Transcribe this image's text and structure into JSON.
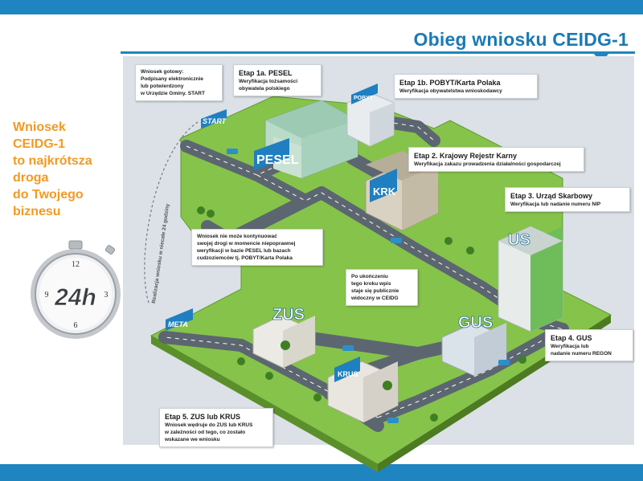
{
  "header": {
    "title": "Obieg wniosku CEIDG-1"
  },
  "tagline": {
    "lines": [
      "Wniosek",
      "CEIDG-1",
      "to najkrótsza",
      "droga",
      "do Twojego",
      "biznesu"
    ]
  },
  "clock": {
    "label": "24h",
    "numbers": [
      "12",
      "3",
      "6",
      "9"
    ],
    "side_text": "Realizacja wniosku w niecałe 24 godziny"
  },
  "signs": {
    "start": "START",
    "pesel": "PESEL",
    "pobyt": "POBYT",
    "krk": "KRK",
    "us": "US",
    "gus": "GUS",
    "zus": "ZUS",
    "krus": "KRUS",
    "meta": "META"
  },
  "callouts": {
    "start": {
      "lines": [
        "Wniosek gotowy:",
        "Podpisany elektronicznie",
        "lub potwierdzony",
        "w Urzędzie Gminy. START"
      ]
    },
    "pesel": {
      "title": "Etap 1a. PESEL",
      "lines": [
        "Weryfikacja tożsamości",
        "obywatela polskiego"
      ]
    },
    "pobyt": {
      "title": "Etap 1b. POBYT/Karta Polaka",
      "lines": [
        "Weryfikacja obywatelstwa wnioskodawcy"
      ]
    },
    "krk": {
      "title": "Etap 2. Krajowy Rejestr Karny",
      "lines": [
        "Weryfikacja zakazu prowadzenia działalności gospodarczej"
      ]
    },
    "us": {
      "title": "Etap 3. Urząd Skarbowy",
      "lines": [
        "Weryfikacja lub nadanie numeru NIP"
      ]
    },
    "error": {
      "lines": [
        "Wniosek nie może kontynuować",
        "swojej drogi w momencie niepoprawnej",
        "weryfikacji w bazie PESEL lub bazach",
        "cudzoziemców tj. POBYT/Karta Polaka"
      ]
    },
    "ceidg": {
      "lines": [
        "Po ukończeniu",
        "tego kroku wpis",
        "staje się publicznie",
        "widoczny w CEIDG"
      ]
    },
    "gus": {
      "title": "Etap 4. GUS",
      "lines": [
        "Weryfikacja lub",
        "nadanie numeru REGON"
      ]
    },
    "zus": {
      "title": "Etap 5. ZUS lub KRUS",
      "lines": [
        "Wniosek wędruje do ZUS lub KRUS",
        "w zależności od tego, co zostało",
        "wskazane we wniosku"
      ]
    }
  },
  "colors": {
    "band": "#1f85c0",
    "title": "#1a7ab5",
    "tagline": "#f39a23",
    "grass": "#7dbb3f",
    "road": "#5c6670"
  }
}
